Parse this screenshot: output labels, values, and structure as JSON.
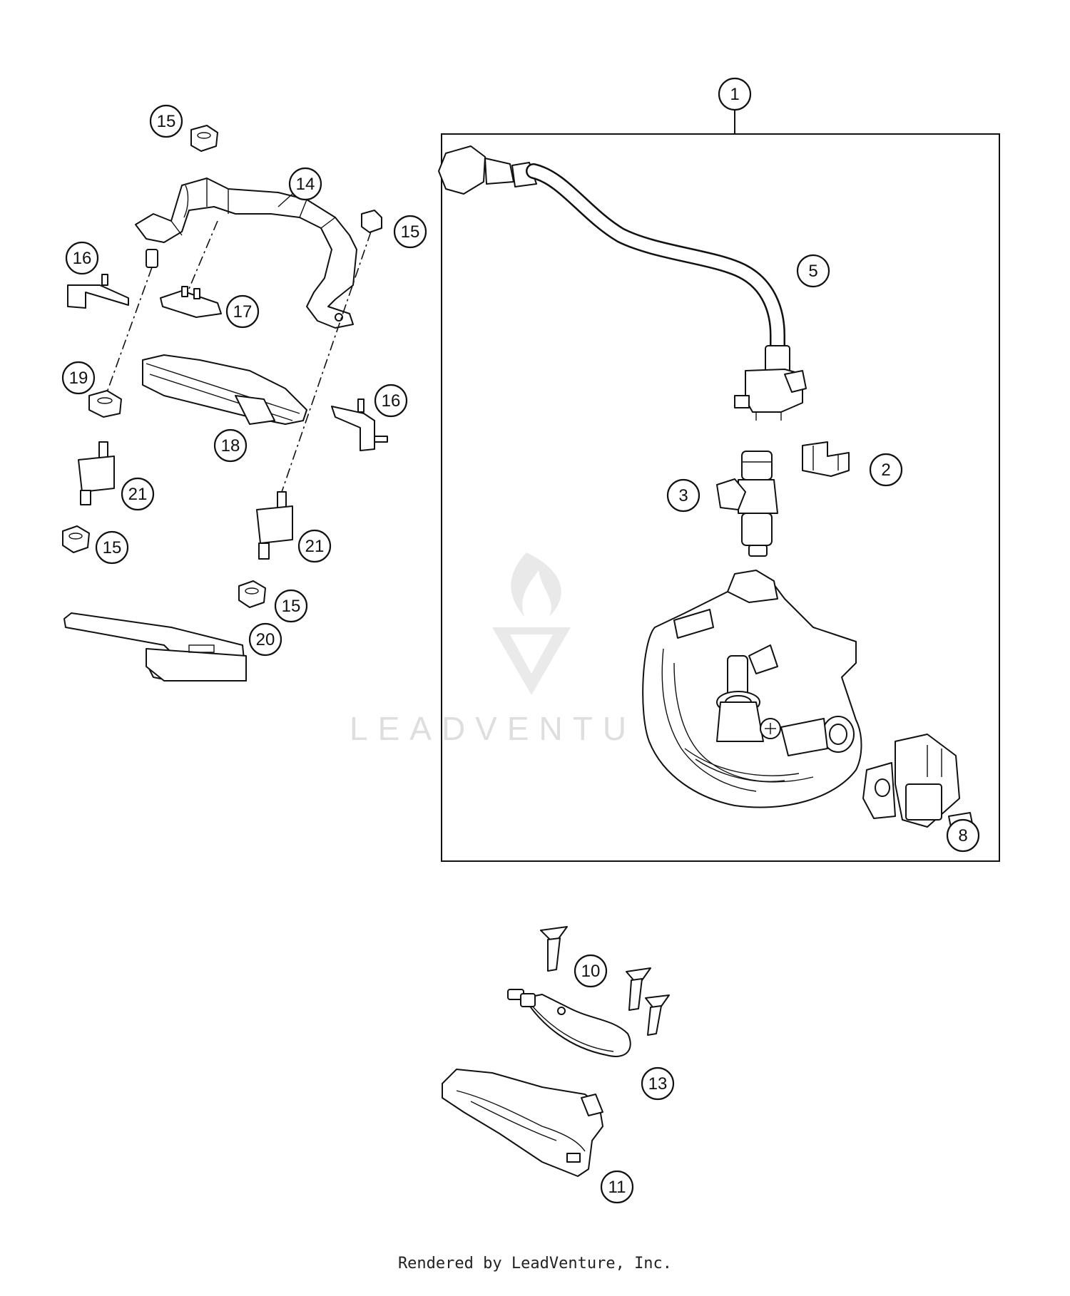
{
  "callouts": [
    {
      "id": "c1",
      "label": "1"
    },
    {
      "id": "c2",
      "label": "2"
    },
    {
      "id": "c3",
      "label": "3"
    },
    {
      "id": "c5",
      "label": "5"
    },
    {
      "id": "c8",
      "label": "8"
    },
    {
      "id": "c10",
      "label": "10"
    },
    {
      "id": "c11",
      "label": "11"
    },
    {
      "id": "c13",
      "label": "13"
    },
    {
      "id": "c14",
      "label": "14"
    },
    {
      "id": "c15a",
      "label": "15"
    },
    {
      "id": "c15b",
      "label": "15"
    },
    {
      "id": "c15c",
      "label": "15"
    },
    {
      "id": "c15d",
      "label": "15"
    },
    {
      "id": "c16a",
      "label": "16"
    },
    {
      "id": "c16b",
      "label": "16"
    },
    {
      "id": "c17",
      "label": "17"
    },
    {
      "id": "c18",
      "label": "18"
    },
    {
      "id": "c19",
      "label": "19"
    },
    {
      "id": "c20",
      "label": "20"
    },
    {
      "id": "c21a",
      "label": "21"
    },
    {
      "id": "c21b",
      "label": "21"
    }
  ],
  "watermark": "LEADVENTU",
  "footer": "Rendered by LeadVenture, Inc."
}
